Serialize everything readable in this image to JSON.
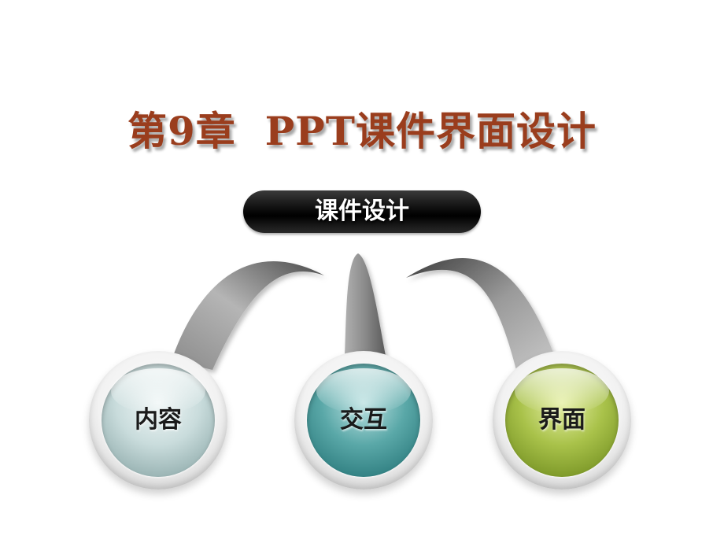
{
  "slide": {
    "title": "第9章  PPT课件界面设计",
    "center_label": "课件设计",
    "branches": [
      {
        "label": "内容",
        "color": "#a9c4c4"
      },
      {
        "label": "交互",
        "color": "#3f8f91"
      },
      {
        "label": "界面",
        "color": "#95ae38"
      }
    ]
  }
}
